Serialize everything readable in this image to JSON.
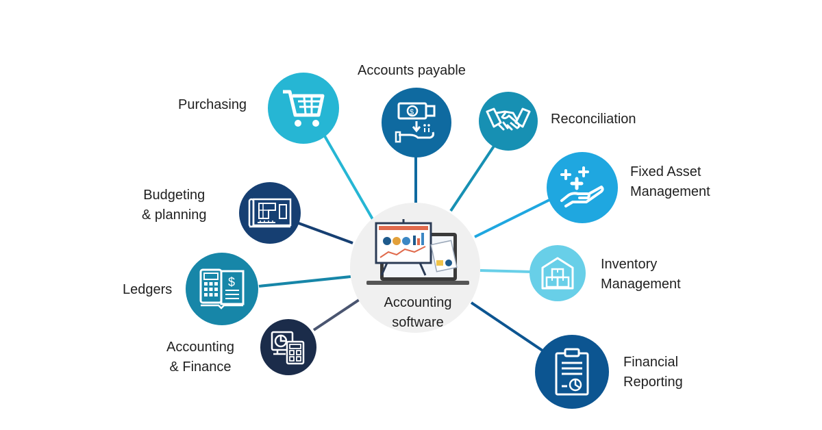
{
  "center": {
    "line1": "Accounting",
    "line2": "software",
    "icon": "presentation-board-laptop-icon"
  },
  "nodes": {
    "purchasing": {
      "line1": "Purchasing",
      "color": "#26b6d4",
      "icon": "shopping-cart-icon"
    },
    "accounts_payable": {
      "line1": "Accounts payable",
      "color": "#0f6aa0",
      "icon": "money-transfer-icon"
    },
    "reconciliation": {
      "line1": "Reconciliation",
      "color": "#1790b3",
      "icon": "handshake-icon"
    },
    "fixed_asset": {
      "line1": "Fixed Asset",
      "line2": "Management",
      "color": "#1fa7e0",
      "icon": "hand-plus-icon"
    },
    "budgeting": {
      "line1": "Budgeting",
      "line2": "& planning",
      "color": "#163f72",
      "icon": "blueprint-icon"
    },
    "inventory": {
      "line1": "Inventory",
      "line2": "Management",
      "color": "#68cfe8",
      "icon": "warehouse-boxes-icon"
    },
    "ledgers": {
      "line1": "Ledgers",
      "color": "#1786a8",
      "icon": "calculator-ledger-icon"
    },
    "accounting_finance": {
      "line1": "Accounting",
      "line2": "& Finance",
      "color": "#1b2c4a",
      "icon": "pie-chart-calculator-icon"
    },
    "financial_reporting": {
      "line1": "Financial",
      "line2": "Reporting",
      "color": "#0c5591",
      "icon": "clipboard-report-icon"
    }
  },
  "colors": {
    "background": "#ffffff",
    "center_circle": "#f0f0f0",
    "text": "#1f1f1f"
  }
}
